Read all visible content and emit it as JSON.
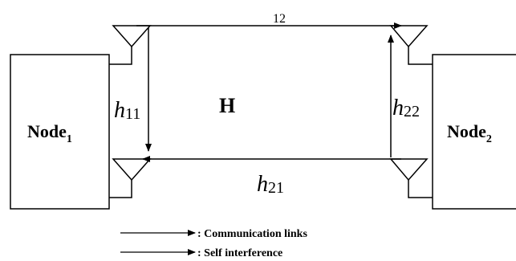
{
  "nodes": {
    "node1": {
      "name": "Node",
      "subscript": "1"
    },
    "node2": {
      "name": "Node",
      "subscript": "2"
    }
  },
  "channel_matrix_label": "H",
  "links": {
    "h12": {
      "sub": "12"
    },
    "h11": {
      "base": "h",
      "sub": "11"
    },
    "h22": {
      "base": "h",
      "sub": "22"
    },
    "h21": {
      "base": "h",
      "sub": "21"
    }
  },
  "legend": [
    {
      "text": ": Communication links"
    },
    {
      "text": ": Self interference"
    }
  ]
}
